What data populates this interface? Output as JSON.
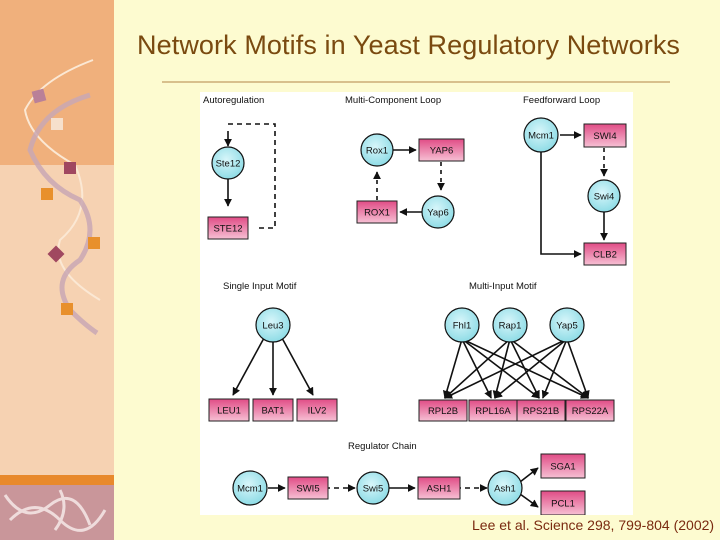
{
  "slide": {
    "title": "Network Motifs in Yeast Regulatory Networks",
    "citation": "Lee et al. Science 298, 799-804 (2002)"
  },
  "colors": {
    "background": "#fdfbd0",
    "title": "#7a4a10",
    "regulator_fill": "#a8e6ee",
    "gene_fill": "#e0608e",
    "edge": "#111111"
  },
  "motifs": {
    "autoregulation": {
      "title": "Autoregulation",
      "nodes": {
        "regulator": "Ste12",
        "gene": "STE12"
      }
    },
    "multi_component_loop": {
      "title": "Multi-Component Loop",
      "nodes": {
        "reg1": "Rox1",
        "gene1": "YAP6",
        "reg2": "Yap6",
        "gene2": "ROX1"
      }
    },
    "feedforward_loop": {
      "title": "Feedforward Loop",
      "nodes": {
        "reg1": "Mcm1",
        "gene1": "SWI4",
        "reg2": "Swi4",
        "target": "CLB2"
      }
    },
    "single_input": {
      "title": "Single Input Motif",
      "nodes": {
        "regulator": "Leu3",
        "genes": [
          "LEU1",
          "BAT1",
          "ILV2"
        ]
      }
    },
    "multi_input": {
      "title": "Multi-Input Motif",
      "nodes": {
        "regulators": [
          "Fhl1",
          "Rap1",
          "Yap5"
        ],
        "genes": [
          "RPL2B",
          "RPL16A",
          "RPS21B",
          "RPS22A"
        ]
      }
    },
    "regulator_chain": {
      "title": "Regulator Chain",
      "nodes": {
        "reg1": "Mcm1",
        "gene1": "SWI5",
        "reg2": "Swi5",
        "gene2": "ASH1",
        "reg3": "Ash1",
        "targets": [
          "SGA1",
          "PCL1"
        ]
      }
    }
  }
}
